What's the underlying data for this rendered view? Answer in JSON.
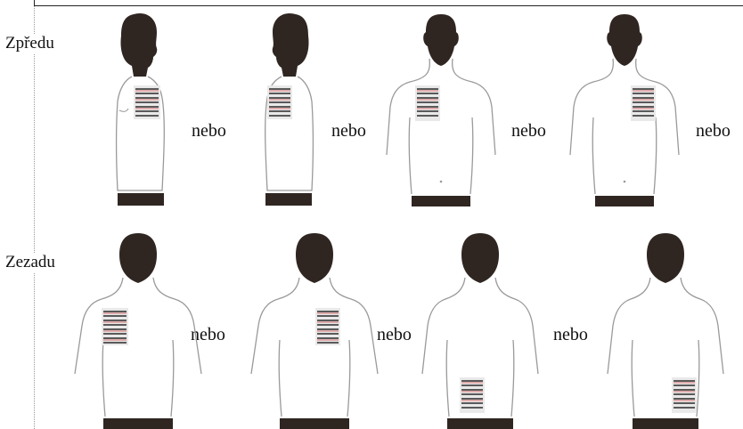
{
  "rows": [
    {
      "label": "Zpředu",
      "separator": "nebo"
    },
    {
      "label": "Zezadu",
      "separator": "nebo"
    }
  ],
  "colors": {
    "hair": "#2f2622",
    "outline": "#9a9a9a",
    "pants": "#2f2622",
    "electrode_dark": "#2a2a2a",
    "electrode_red": "#d04545"
  }
}
